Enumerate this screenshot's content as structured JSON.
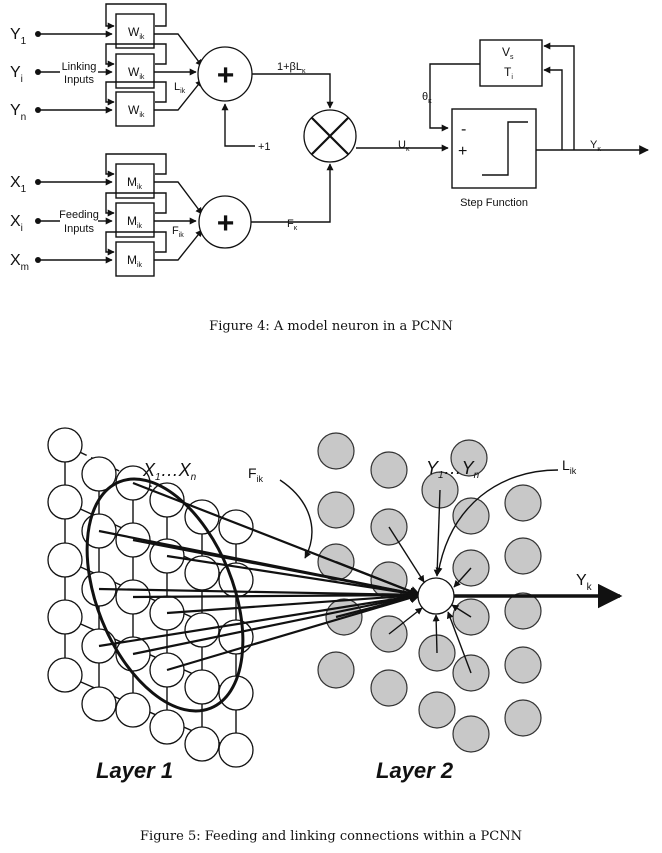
{
  "figure4": {
    "caption": "Figure 4: A model neuron in a PCNN",
    "inputs_y": [
      {
        "base": "Y",
        "sub": "1"
      },
      {
        "base": "Y",
        "sub": "i"
      },
      {
        "base": "Y",
        "sub": "n"
      }
    ],
    "inputs_x": [
      {
        "base": "X",
        "sub": "1"
      },
      {
        "base": "X",
        "sub": "i"
      },
      {
        "base": "X",
        "sub": "m"
      }
    ],
    "linking_label_1": "Linking",
    "linking_label_2": "Inputs",
    "feeding_label_1": "Feeding",
    "feeding_label_2": "Inputs",
    "w_box": {
      "base": "W",
      "sub": "ik"
    },
    "m_box": {
      "base": "M",
      "sub": "ik"
    },
    "plus_symbol": "+",
    "mult_symbol": "×",
    "l_ik": {
      "base": "L",
      "sub": "ik"
    },
    "f_ik": {
      "base": "F",
      "sub": "ik"
    },
    "plus_one": "+1",
    "one_beta_l": {
      "base": "1+βL",
      "sub": "κ"
    },
    "f_k": {
      "base": "F",
      "sub": "κ"
    },
    "u_k": {
      "base": "U",
      "sub": "κ"
    },
    "theta_k": {
      "base": "θ",
      "sub": "κ"
    },
    "y_k": {
      "base": "Y",
      "sub": "κ"
    },
    "vs_label": {
      "base": "V",
      "sub": "s"
    },
    "ti_label": {
      "base": "T",
      "sub": "i"
    },
    "minus_sign": "-",
    "plus_sign": "+",
    "step_label": "Step Function"
  },
  "figure5": {
    "caption": "Figure 5: Feeding and linking connections within a PCNN",
    "x_range": {
      "base": "X",
      "sub1": "1",
      "dots": "…",
      "base2": "X",
      "sub2": "n"
    },
    "y_range": {
      "base": "Y",
      "sub1": "1",
      "dots": "…",
      "base2": "Y",
      "sub2": "n"
    },
    "f_ik": {
      "base": "F",
      "sub": "ik"
    },
    "l_ik": {
      "base": "L",
      "sub": "ik"
    },
    "y_k": {
      "base": "Y",
      "sub": "k"
    },
    "layer1": "Layer 1",
    "layer2": "Layer 2"
  }
}
